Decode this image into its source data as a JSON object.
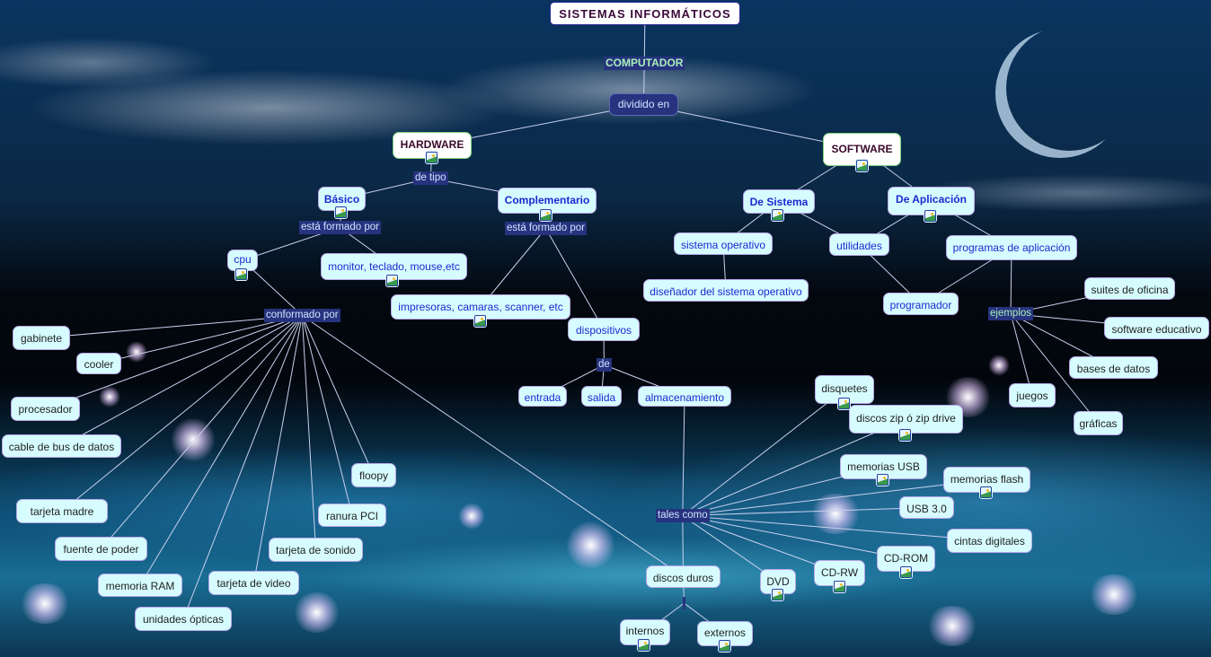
{
  "title": "SISTEMAS  INFORMÁTICOS",
  "links": {
    "computador": "COMPUTADOR",
    "dividido_en": "dividido en",
    "de_tipo": "de tipo",
    "formado_basico": "está formado por",
    "formado_comp": "está formado por",
    "conformado": "conformado por",
    "de": "de",
    "tales_como": "tales como",
    "ejemplos": "ejemplos"
  },
  "concepts": {
    "hardware": "HARDWARE",
    "software": "SOFTWARE",
    "basico": "Básico",
    "complementario": "Complementario",
    "cpu": "cpu",
    "monitor": "monitor, teclado, mouse,etc",
    "impresoras": "impresoras, camaras, scanner, etc",
    "dispositivos": "dispositivos",
    "entrada": "entrada",
    "salida": "salida",
    "almacenamiento": "almacenamiento",
    "gabinete": "gabinete",
    "cooler": "cooler",
    "procesador": "procesador",
    "cable": "cable de bus de datos",
    "tarjeta_madre": "tarjeta madre",
    "fuente": "fuente de poder",
    "ram": "memoria RAM",
    "opticas": "unidades ópticas",
    "video": "tarjeta de video",
    "sonido": "tarjeta de sonido",
    "pci": "ranura PCI",
    "floopy": "floopy",
    "de_sistema": "De Sistema",
    "de_aplicacion": "De Aplicación",
    "so": "sistema operativo",
    "utilidades": "utilidades",
    "programas": "programas de aplicación",
    "disenador": "diseñador del sistema operativo",
    "programador": "programador",
    "suites": "suites de oficina",
    "educativo": "software educativo",
    "bases": "bases de datos",
    "juegos": "juegos",
    "graficas": "gráficas",
    "disquetes": "disquetes",
    "zip": "discos zip ó zip drive",
    "usb": "memorias USB",
    "flash": "memorias flash",
    "usb3": "USB 3.0",
    "cintas": "cintas digitales",
    "cdrom": "CD-ROM",
    "cdrw": "CD-RW",
    "dvd": "DVD",
    "discos_duros": "discos duros",
    "internos": "internos",
    "externos": "externos"
  }
}
